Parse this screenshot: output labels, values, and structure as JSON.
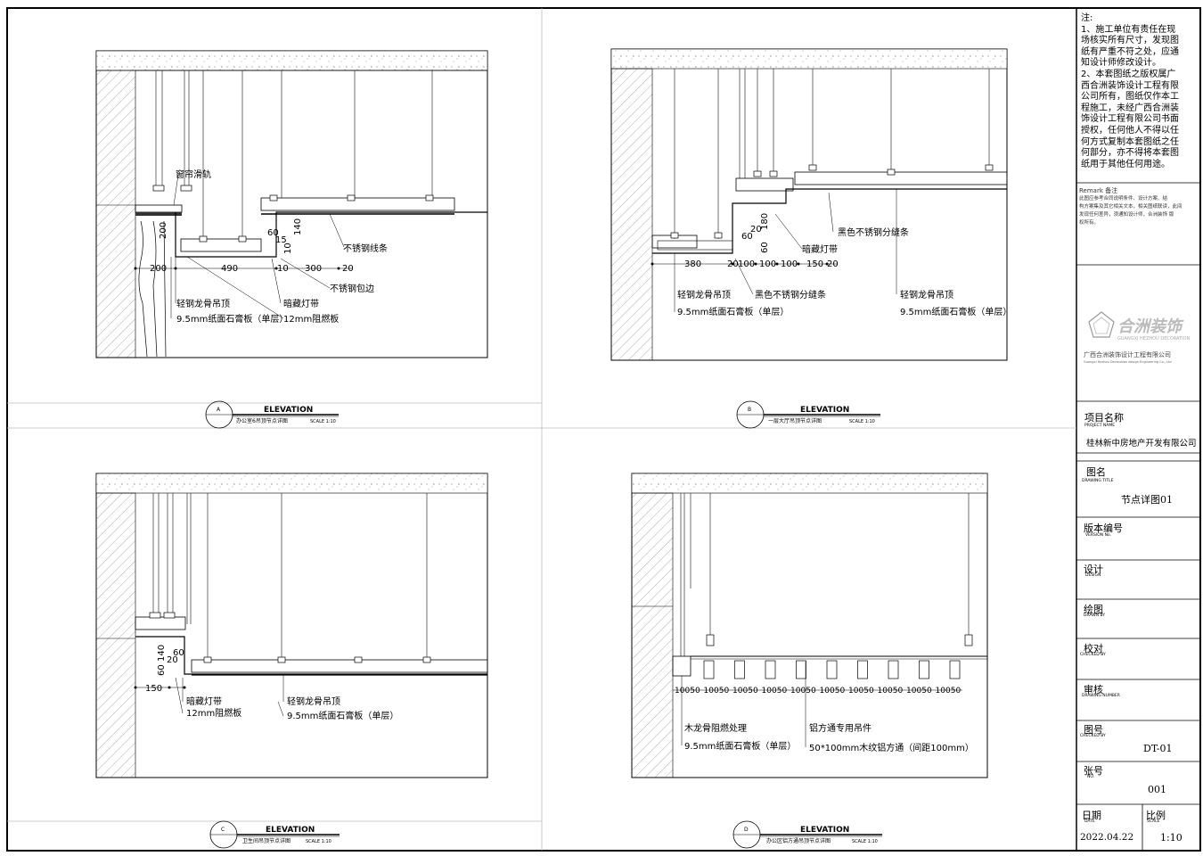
{
  "notes": {
    "heading": "注:",
    "lines": [
      "1、施工单位有责任在现",
      "场核实所有尺寸，发现图",
      "纸有严重不符之处，应通",
      "知设计师修改设计。",
      "2、本套图纸之版权属广",
      "西合洲装饰设计工程有限",
      "公司所有，图纸仅作本工",
      "程施工，未经广西合洲装",
      "饰设计工程有限公司书面",
      "授权，任何他人不得以任",
      "何方式复制本套图纸之任",
      "何部分，亦不得将本套图",
      "纸用于其他任何用途。"
    ],
    "remark_title": "Remark 备注",
    "remark_lines": [
      "此图应参考合同说明条件、设计方案、结",
      "构方案集及其它相关文本，相关图纸联读，此间",
      "发现任何差异，须通知设计师，合洲装饰 版",
      "权所有。"
    ]
  },
  "company": {
    "logo_text": "合洲装饰",
    "logo_en": "GUANGXI HEZHOU DECORATION",
    "name_cn": "广西合洲装饰设计工程有限公司",
    "name_en": "Guangxi Hezhou Decoration design Engineering Co., Ltd"
  },
  "titleblock": {
    "project_label": "项目名称",
    "project_label_en": "PROJECT NAME",
    "project_value": "桂林新中房地产开发有限公司",
    "drawing_title_label": "图名",
    "drawing_title_label_en": "DRAWING TITLE",
    "drawing_title_value": "节点详图01",
    "version_label": "版本编号",
    "version_label_en": "VERSION No.",
    "design_label": "设计",
    "design_label_en": "DESIGN",
    "drawn_label": "绘图",
    "drawn_label_en": "DRAWN BY",
    "checked_label": "校对",
    "checked_label_en": "CHECKED BY",
    "review_label": "审核",
    "review_label_en": "DRAWING NUMBER",
    "drawing_no_label": "图号",
    "drawing_no_label_en": "CHECKED BY",
    "drawing_no_value": "DT-01",
    "sheet_label": "张号",
    "sheet_label_en": "NO.",
    "sheet_value": "001",
    "date_label": "日期",
    "date_label_en": "DATE",
    "date_value": "2022.04.22",
    "scale_label": "比例",
    "scale_label_en": "SCALE",
    "scale_value": "1:10"
  },
  "panels": {
    "A": {
      "tag": "A",
      "elevation": "ELEVATION",
      "title": "办公室6吊顶节点详图",
      "scale": "SCALE 1:10",
      "labels": [
        "窗帘滑轨",
        "不锈钢线条",
        "不锈钢包边",
        "暗藏灯带",
        "轻钢龙骨吊顶",
        "9.5mm纸面石膏板（单层）",
        "12mm阻燃板"
      ],
      "dims": [
        "200",
        "490",
        "300",
        "20",
        "60",
        "140",
        "10",
        "10",
        "200",
        "15"
      ]
    },
    "B": {
      "tag": "B",
      "elevation": "ELEVATION",
      "title": "一层大厅吊顶节点详图",
      "scale": "SCALE 1:10",
      "labels": [
        "黑色不锈钢分缝条",
        "暗藏灯带",
        "轻钢龙骨吊顶",
        "9.5mm纸面石膏板（单层）",
        "黑色不锈钢分缝条",
        "轻钢龙骨吊顶",
        "9.5mm纸面石膏板（单层）"
      ],
      "dims": [
        "380",
        "20",
        "100",
        "100",
        "100",
        "150",
        "20",
        "60",
        "20",
        "180",
        "60"
      ]
    },
    "C": {
      "tag": "C",
      "elevation": "ELEVATION",
      "title": "卫生间吊顶节点详图",
      "scale": "SCALE 1:10",
      "labels": [
        "暗藏灯带",
        "12mm阻燃板",
        "轻钢龙骨吊顶",
        "9.5mm纸面石膏板（单层）"
      ],
      "dims": [
        "150",
        "140",
        "60",
        "60",
        "20"
      ]
    },
    "D": {
      "tag": "D",
      "elevation": "ELEVATION",
      "title": "办公区铝方通吊顶节点详图",
      "scale": "SCALE 1:10",
      "labels": [
        "木龙骨阻燃处理",
        "9.5mm纸面石膏板（单层）",
        "铝方通专用吊件",
        "50*100mm木纹铝方通（间距100mm）"
      ],
      "dims": [
        "100",
        "50",
        "100",
        "50",
        "100",
        "50",
        "100",
        "50",
        "100",
        "50",
        "100",
        "50",
        "100",
        "50",
        "100",
        "50",
        "100",
        "50",
        "100",
        "50"
      ]
    }
  }
}
